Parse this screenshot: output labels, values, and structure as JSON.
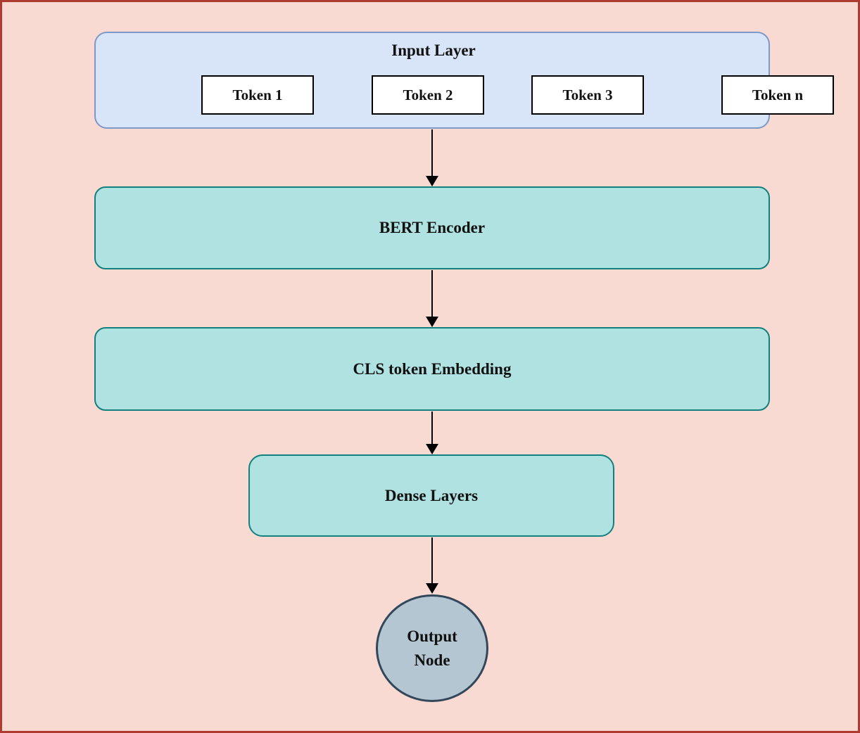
{
  "frame": {
    "background_color": "#f9dad3",
    "border_color": "#ae3b2f"
  },
  "input_layer": {
    "label": "Input Layer",
    "fill_color": "#d8e5f8",
    "border_color": "#7d97c7",
    "tokens": [
      "Token 1",
      "Token 2",
      "Token 3",
      "Token n"
    ],
    "token_fill_color": "#ffffff",
    "token_border_color": "#000000"
  },
  "bert_encoder": {
    "label": "BERT Encoder",
    "fill_color": "#b0e2e2",
    "border_color": "#11807e"
  },
  "cls_embedding": {
    "label": "CLS token Embedding",
    "fill_color": "#b0e2e2",
    "border_color": "#11807e"
  },
  "dense_layers": {
    "label": "Dense Layers",
    "fill_color": "#b0e2e2",
    "border_color": "#11807e"
  },
  "output_node": {
    "label": "Output Node",
    "fill_color": "#b4c6d2",
    "border_color": "#33475a"
  },
  "arrows": {
    "color": "#000000"
  }
}
